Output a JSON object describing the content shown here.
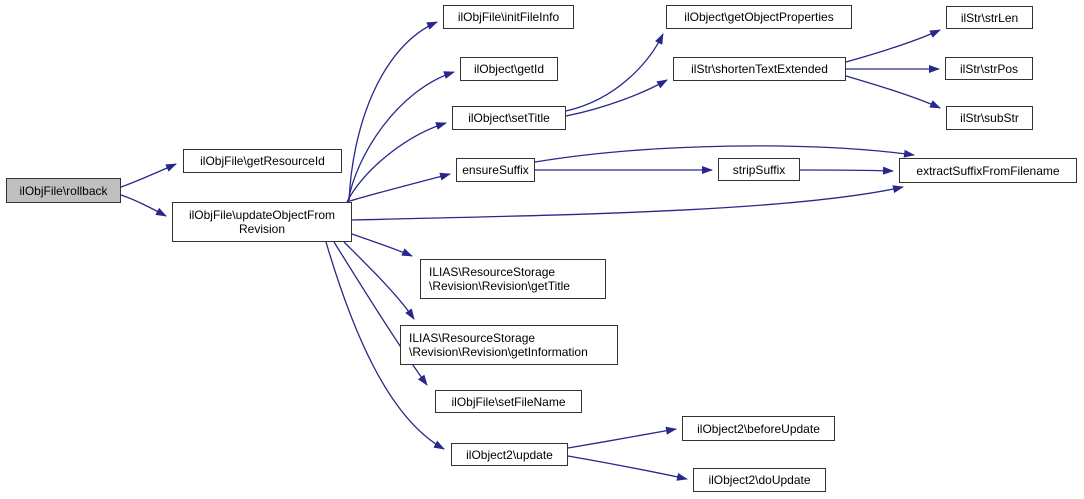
{
  "diagram": {
    "type": "call-graph",
    "root_function": "ilObjFile\\rollback",
    "colors": {
      "edge": "#28288c",
      "node_border": "#333333",
      "node_fill": "#ffffff",
      "root_node_fill": "#bfbfbf",
      "text": "#000000",
      "background": "#ffffff"
    },
    "nodes": {
      "rollback": {
        "label": "ilObjFile\\rollback"
      },
      "get_resource_id": {
        "label": "ilObjFile\\getResourceId"
      },
      "update_object_from_revision": {
        "line1": "ilObjFile\\updateObjectFrom",
        "line2": "Revision"
      },
      "init_file_info": {
        "label": "ilObjFile\\initFileInfo"
      },
      "get_id": {
        "label": "ilObject\\getId"
      },
      "set_title": {
        "label": "ilObject\\setTitle"
      },
      "ensure_suffix": {
        "label": "ensureSuffix"
      },
      "get_object_properties": {
        "label": "ilObject\\getObjectProperties"
      },
      "shorten_text_extended": {
        "label": "ilStr\\shortenTextExtended"
      },
      "str_len": {
        "label": "ilStr\\strLen"
      },
      "str_pos": {
        "label": "ilStr\\strPos"
      },
      "sub_str": {
        "label": "ilStr\\subStr"
      },
      "strip_suffix": {
        "label": "stripSuffix"
      },
      "extract_suffix_from_filename": {
        "label": "extractSuffixFromFilename"
      },
      "rev_get_title": {
        "line1": "ILIAS\\ResourceStorage",
        "line2": "\\Revision\\Revision\\getTitle"
      },
      "rev_get_information": {
        "line1": "ILIAS\\ResourceStorage",
        "line2": "\\Revision\\Revision\\getInformation"
      },
      "set_file_name": {
        "label": "ilObjFile\\setFileName"
      },
      "update": {
        "label": "ilObject2\\update"
      },
      "before_update": {
        "label": "ilObject2\\beforeUpdate"
      },
      "do_update": {
        "label": "ilObject2\\doUpdate"
      }
    },
    "edges": [
      {
        "from": "ilObjFile\\rollback",
        "to": "ilObjFile\\getResourceId"
      },
      {
        "from": "ilObjFile\\rollback",
        "to": "ilObjFile\\updateObjectFromRevision"
      },
      {
        "from": "ilObjFile\\updateObjectFromRevision",
        "to": "ilObjFile\\initFileInfo"
      },
      {
        "from": "ilObjFile\\updateObjectFromRevision",
        "to": "ilObject\\getId"
      },
      {
        "from": "ilObjFile\\updateObjectFromRevision",
        "to": "ilObject\\setTitle"
      },
      {
        "from": "ilObjFile\\updateObjectFromRevision",
        "to": "ensureSuffix"
      },
      {
        "from": "ilObjFile\\updateObjectFromRevision",
        "to": "extractSuffixFromFilename"
      },
      {
        "from": "ilObjFile\\updateObjectFromRevision",
        "to": "ILIAS\\ResourceStorage\\Revision\\Revision\\getTitle"
      },
      {
        "from": "ilObjFile\\updateObjectFromRevision",
        "to": "ILIAS\\ResourceStorage\\Revision\\Revision\\getInformation"
      },
      {
        "from": "ilObjFile\\updateObjectFromRevision",
        "to": "ilObjFile\\setFileName"
      },
      {
        "from": "ilObjFile\\updateObjectFromRevision",
        "to": "ilObject2\\update"
      },
      {
        "from": "ilObject\\setTitle",
        "to": "ilObject\\getObjectProperties"
      },
      {
        "from": "ilObject\\setTitle",
        "to": "ilStr\\shortenTextExtended"
      },
      {
        "from": "ilStr\\shortenTextExtended",
        "to": "ilStr\\strLen"
      },
      {
        "from": "ilStr\\shortenTextExtended",
        "to": "ilStr\\strPos"
      },
      {
        "from": "ilStr\\shortenTextExtended",
        "to": "ilStr\\subStr"
      },
      {
        "from": "ensureSuffix",
        "to": "stripSuffix"
      },
      {
        "from": "ensureSuffix",
        "to": "extractSuffixFromFilename"
      },
      {
        "from": "stripSuffix",
        "to": "extractSuffixFromFilename"
      },
      {
        "from": "ilObject2\\update",
        "to": "ilObject2\\beforeUpdate"
      },
      {
        "from": "ilObject2\\update",
        "to": "ilObject2\\doUpdate"
      }
    ]
  }
}
